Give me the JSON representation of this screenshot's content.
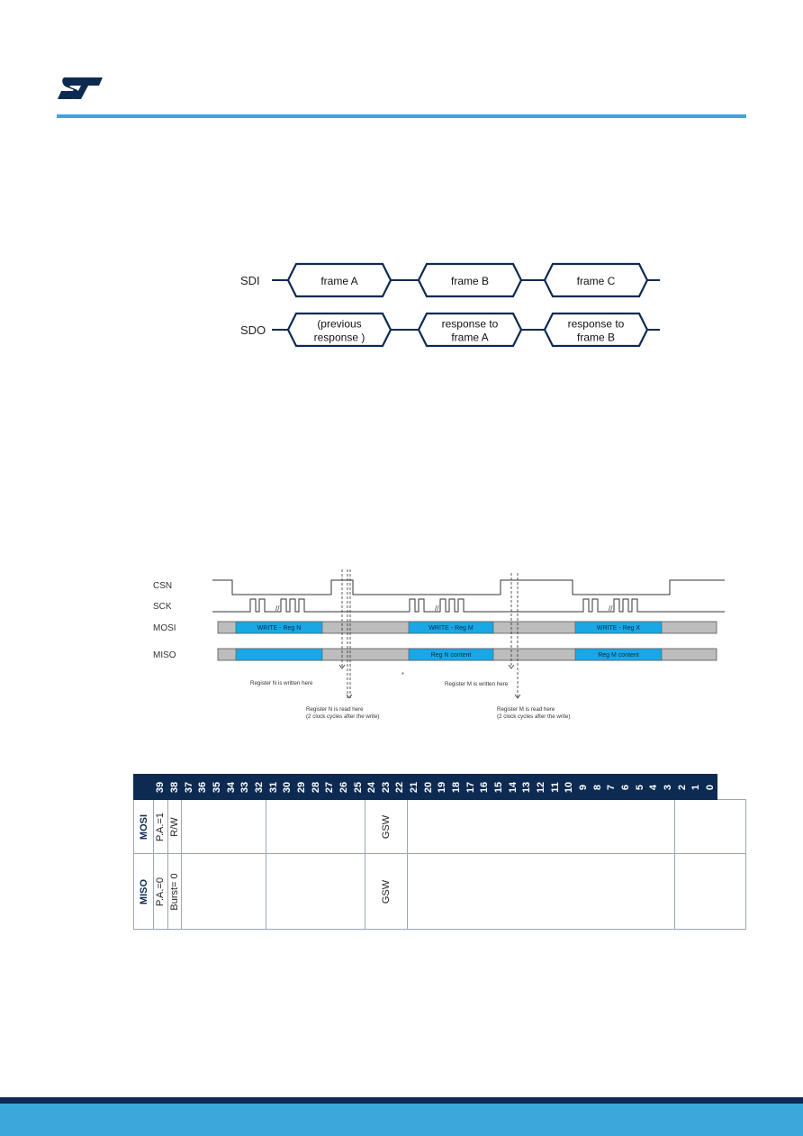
{
  "colors": {
    "brand_blue": "#3aa8da",
    "brand_dark": "#0d2a52",
    "field_blue": "#1aa7e6",
    "field_gray": "#bdbdbd"
  },
  "logo": {
    "icon": "st-logo-icon"
  },
  "frame_diagram": {
    "lines": [
      {
        "name": "SDI",
        "frames": [
          [
            "frame A"
          ],
          [
            "frame  B"
          ],
          [
            "frame C"
          ]
        ]
      },
      {
        "name": "SDO",
        "frames": [
          [
            "(previous",
            "response )"
          ],
          [
            "response to",
            "frame A"
          ],
          [
            "response to",
            "frame B"
          ]
        ]
      }
    ]
  },
  "timing_diagram": {
    "signals": [
      "CSN",
      "SCK",
      "MOSI",
      "MISO"
    ],
    "mosi_fields": [
      "WRITE - Reg N",
      "WRITE - Reg M",
      "WRITE - Reg X"
    ],
    "miso_fields": [
      "",
      "Reg N content",
      "Reg M content"
    ],
    "annotations": [
      [
        "Register N is written here"
      ],
      [
        "Register N is read here",
        "(2 clock cycles after the write)"
      ],
      [
        "Register M is written here"
      ],
      [
        "Register M is read here",
        "(2 clock cycles after the write)"
      ]
    ],
    "marker": "*"
  },
  "bit_table": {
    "header": [
      "39",
      "38",
      "37",
      "36",
      "35",
      "34",
      "33",
      "32",
      "31",
      "30",
      "29",
      "28",
      "27",
      "26",
      "25",
      "24",
      "23",
      "22",
      "21",
      "20",
      "19",
      "18",
      "17",
      "16",
      "15",
      "14",
      "13",
      "12",
      "11",
      "10",
      "9",
      "8",
      "7",
      "6",
      "5",
      "4",
      "3",
      "2",
      "1",
      "0"
    ],
    "rows": [
      {
        "label": "MOSI",
        "cells": [
          "P.A.=1",
          "R/W",
          "",
          "",
          "GSW",
          "",
          ""
        ]
      },
      {
        "label": "MISO",
        "cells": [
          "P.A.=0",
          "Burst= 0",
          "",
          "",
          "GSW",
          "",
          ""
        ]
      }
    ]
  }
}
